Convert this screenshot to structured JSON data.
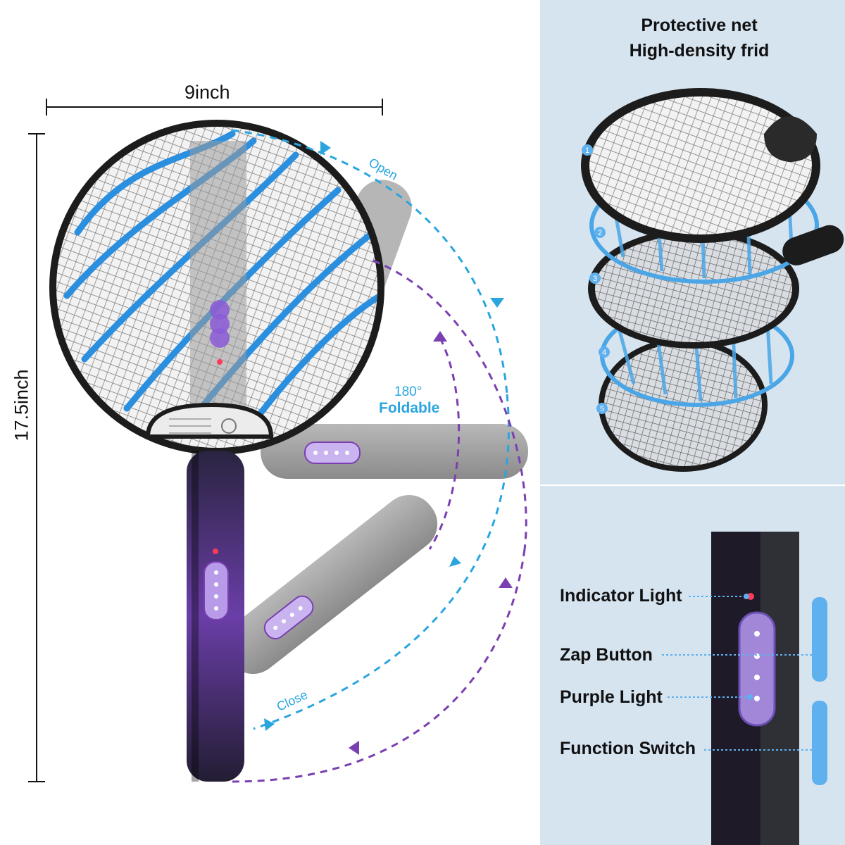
{
  "dimensions": {
    "width": "9inch",
    "height": "17.5inch"
  },
  "arc_labels": {
    "open": "Open",
    "close": "Close",
    "fold_angle": "180°",
    "fold_text": "Foldable"
  },
  "net_panel": {
    "line1": "Protective net",
    "line2": "High-density frid",
    "layers": [
      "1",
      "2",
      "3",
      "4",
      "5"
    ]
  },
  "handle_labels": {
    "indicator": "Indicator Light",
    "zap": "Zap Button",
    "purple": "Purple Light",
    "function": "Function Switch"
  },
  "colors": {
    "accent_blue": "#2aa5e0",
    "purple": "#7a3fb0",
    "body_black": "#1c1c1c",
    "panel_bg": "#d6e4f0"
  }
}
